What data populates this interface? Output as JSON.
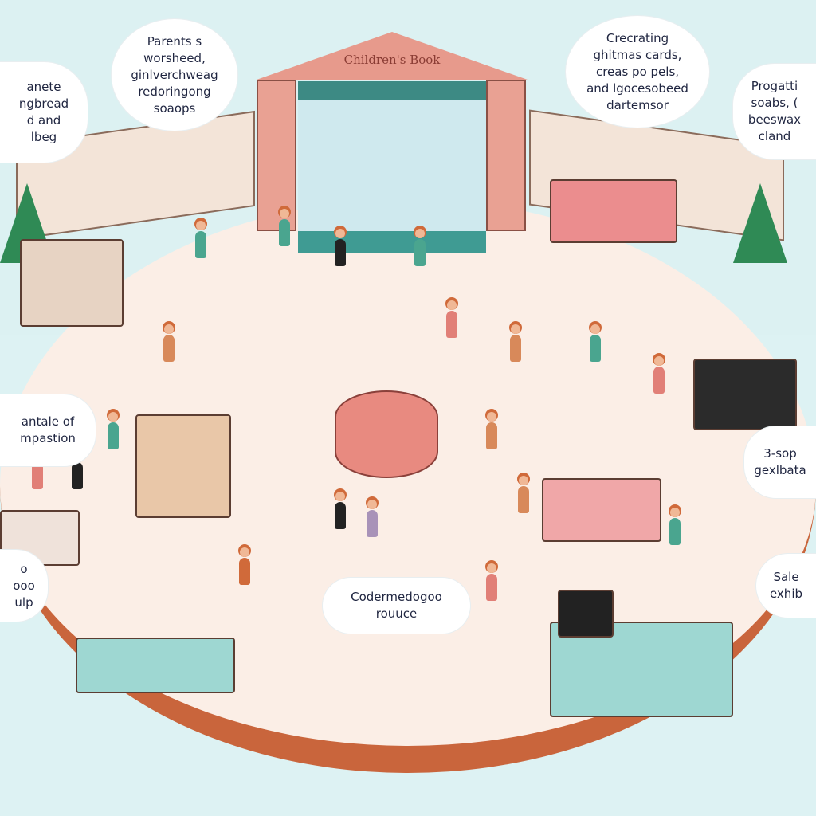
{
  "scene": {
    "stage_sign": "Children's Book",
    "bubbles": [
      {
        "lines": [
          "anete",
          "ngbread",
          "d and",
          "lbeg"
        ]
      },
      {
        "lines": [
          "Parents s",
          "worsheed,",
          "ginlverchweag",
          "redoringong",
          "soaops"
        ]
      },
      {
        "lines": [
          "Crecrating",
          "ghitmas cards,",
          "creas po pels,",
          "and lgocesobeed",
          "dartemsor"
        ]
      },
      {
        "lines": [
          "Progatti",
          "soabs, (",
          "beeswax",
          "cland"
        ]
      },
      {
        "lines": [
          "antale of",
          "mpastion"
        ]
      },
      {
        "lines": [
          "3-sop",
          "gexlbata"
        ]
      },
      {
        "lines": [
          "o",
          "ooo",
          "ulp"
        ]
      },
      {
        "lines": [
          "Codermedogoo",
          "rouuce"
        ]
      },
      {
        "lines": [
          "Sale",
          "exhib"
        ]
      }
    ]
  },
  "colors": {
    "sky": "#dcf1f2",
    "floor": "#fbeee6",
    "brick": "#c9653c",
    "stage": "#e9a193",
    "curtain": "#3d8a84"
  }
}
